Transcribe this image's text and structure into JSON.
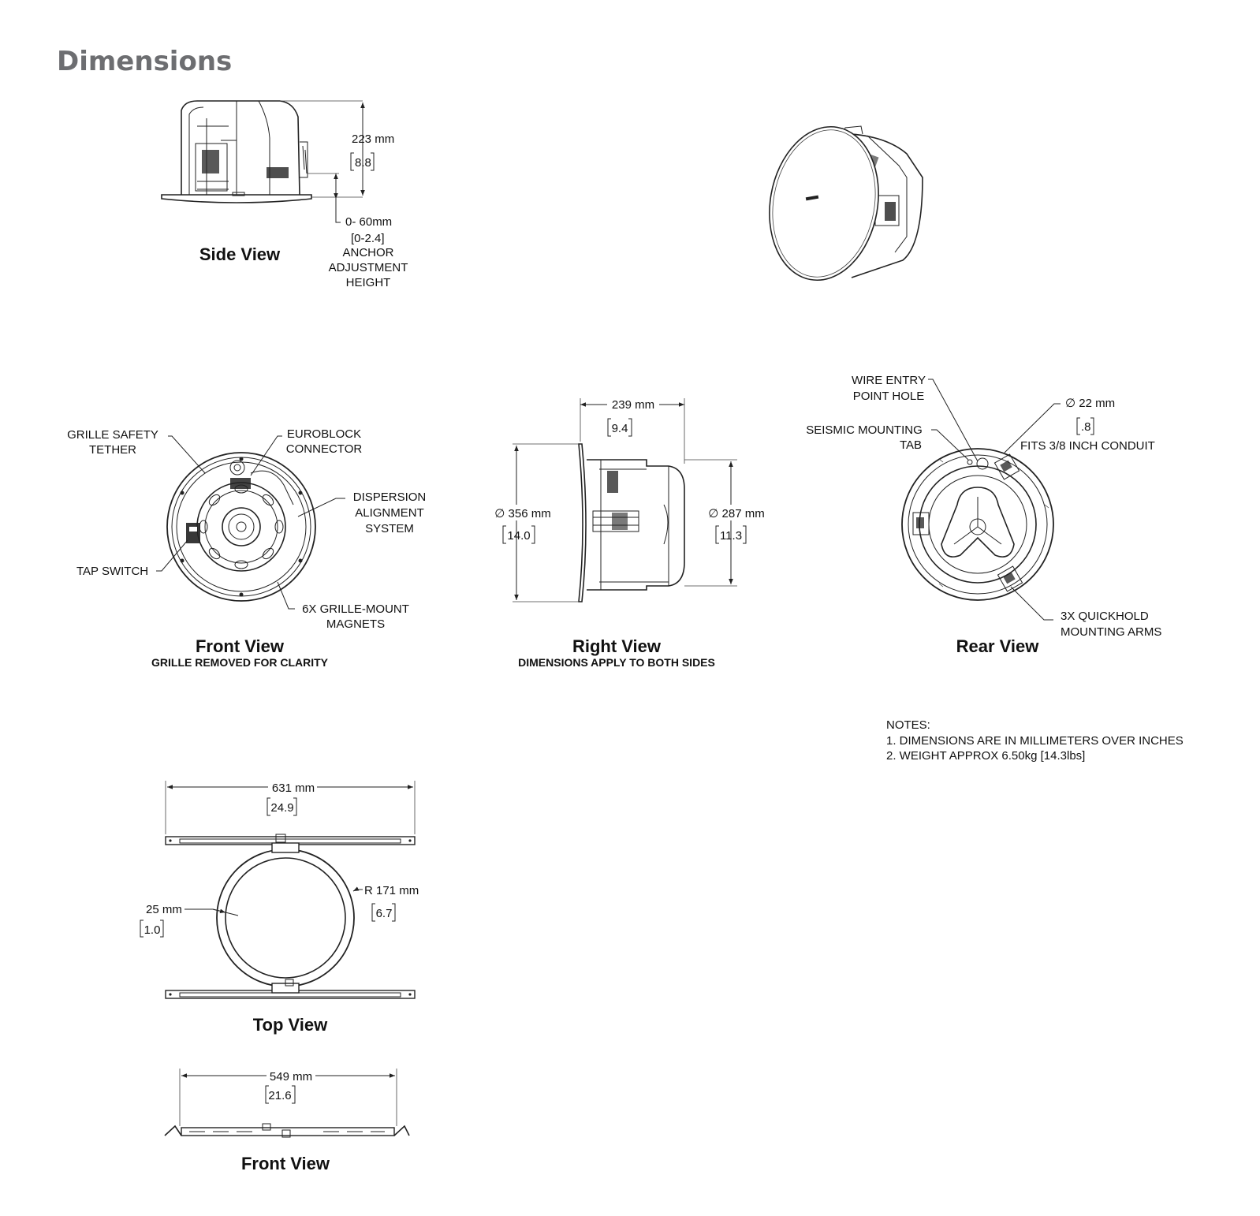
{
  "title": "Dimensions",
  "side_view": {
    "title": "Side View",
    "height_mm": "223 mm",
    "height_in": "8.8",
    "anchor_mm": "0- 60mm",
    "anchor_in": "[0-2.4]",
    "anchor_label": [
      "ANCHOR",
      "ADJUSTMENT",
      "HEIGHT"
    ]
  },
  "front_view": {
    "title": "Front View",
    "subtitle": "GRILLE REMOVED FOR CLARITY",
    "callouts": {
      "grille_tether": [
        "GRILLE SAFETY",
        "TETHER"
      ],
      "euroblock": [
        "EUROBLOCK",
        "CONNECTOR"
      ],
      "dispersion": [
        "DISPERSION",
        "ALIGNMENT",
        "SYSTEM"
      ],
      "tap_switch": "TAP SWITCH",
      "magnets": [
        "6X GRILLE-MOUNT",
        "MAGNETS"
      ]
    }
  },
  "right_view": {
    "title": "Right View",
    "subtitle": "DIMENSIONS APPLY TO BOTH SIDES",
    "depth_mm": "239 mm",
    "depth_in": "9.4",
    "outer_dia_mm": "∅ 356  mm",
    "outer_dia_in": "14.0",
    "inner_dia_mm": "∅ 287  mm",
    "inner_dia_in": "11.3"
  },
  "rear_view": {
    "title": "Rear View",
    "callouts": {
      "wire_entry": [
        "WIRE ENTRY",
        "POINT HOLE"
      ],
      "seismic": [
        "SEISMIC MOUNTING",
        "TAB"
      ],
      "conduit_mm": "∅ 22 mm",
      "conduit_in": ".8",
      "conduit_fits": "FITS 3/8 INCH CONDUIT",
      "quickhold": [
        "3X QUICKHOLD",
        "MOUNTING ARMS"
      ]
    }
  },
  "notes": {
    "heading": "NOTES:",
    "items": [
      "1. DIMENSIONS ARE IN MILLIMETERS OVER INCHES",
      "2. WEIGHT APPROX 6.50kg [14.3lbs]"
    ]
  },
  "top_view": {
    "title": "Top View",
    "width_mm": "631  mm",
    "width_in": "24.9",
    "radius_mm": "R 171 mm",
    "radius_in": "6.7",
    "rail_mm": "25 mm",
    "rail_in": "1.0"
  },
  "bracket_front_view": {
    "title": "Front View",
    "width_mm": "549  mm",
    "width_in": "21.6"
  }
}
